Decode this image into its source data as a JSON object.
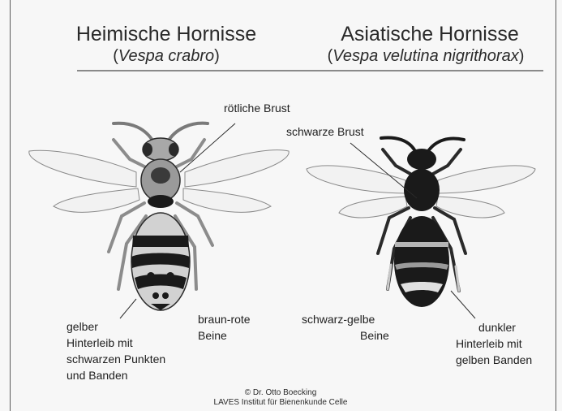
{
  "headings": {
    "left_title": "Heimische Hornisse",
    "left_species": "Vespa crabro",
    "right_title": "Asiatische Hornisse",
    "right_species": "Vespa velutina nigrithorax"
  },
  "labels": {
    "left_thorax": "rötliche Brust",
    "left_abdomen_line1": "gelber",
    "left_abdomen_line2": "Hinterleib mit",
    "left_abdomen_line3": "schwarzen Punkten",
    "left_abdomen_line4": "und Banden",
    "left_legs_line1": "braun-rote",
    "left_legs_line2": "Beine",
    "right_thorax": "schwarze Brust",
    "right_legs_line1": "schwarz-gelbe",
    "right_legs_line2": "Beine",
    "right_abdomen_line1": "dunkler",
    "right_abdomen_line2": "Hinterleib mit",
    "right_abdomen_line3": "gelben Banden"
  },
  "credit": {
    "line1": "© Dr. Otto Boecking",
    "line2": "LAVES Institut für Bienenkunde Celle"
  },
  "colors": {
    "wing_fill": "#f2f2f2",
    "wing_stroke": "#8a8a8a",
    "crabro_thorax": "#9a9a9a",
    "crabro_band_light": "#d2d2d2",
    "velutina_body": "#1a1a1a",
    "velutina_band": "#b5b5b5"
  }
}
